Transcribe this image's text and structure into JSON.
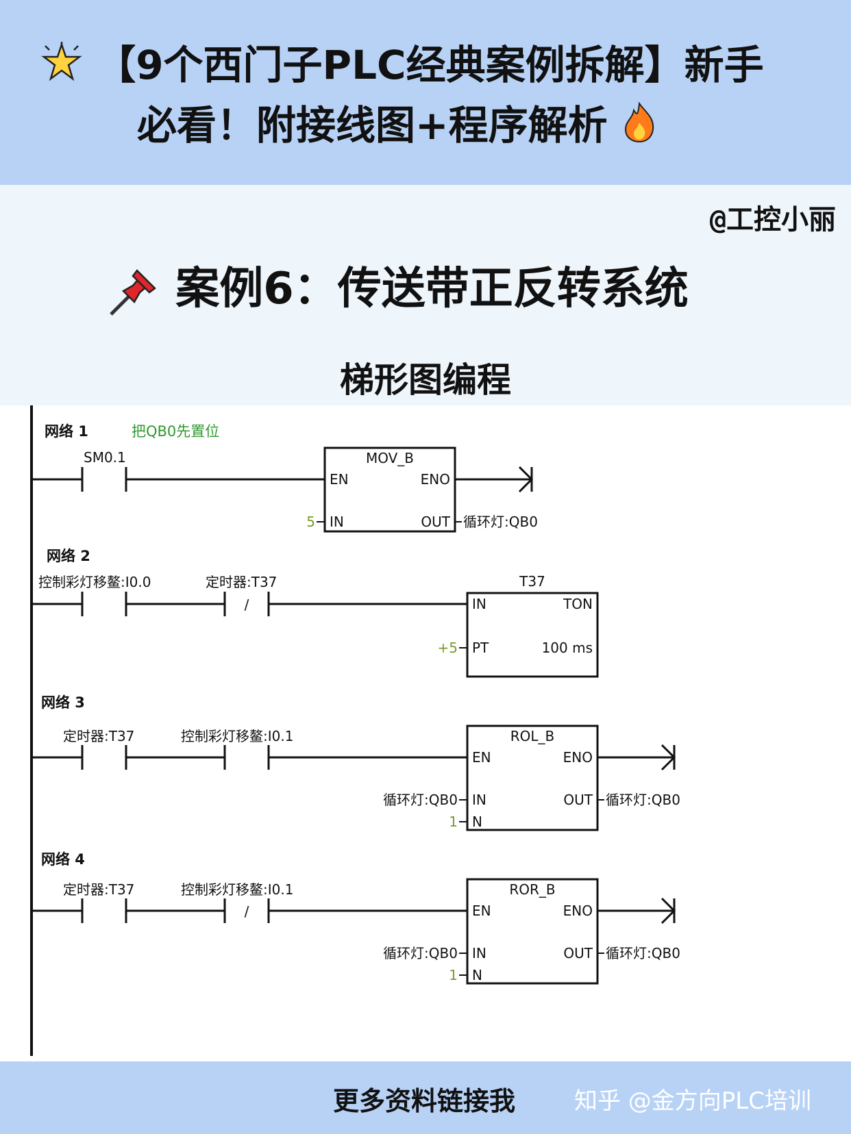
{
  "header": {
    "title_line1": "【9个西门子PLC经典案例拆解】新手",
    "title_line2": "必看！附接线图+程序解析",
    "star_icon": "sparkle-star",
    "fire_icon": "fire"
  },
  "author": "@工控小丽",
  "case": {
    "pin_icon": "pushpin",
    "title": "案例6：传送带正反转系统",
    "subtitle": "梯形图编程"
  },
  "ladder": {
    "networks": [
      {
        "label": "网络 1",
        "comment": "把QB0先置位",
        "contacts": [
          {
            "name": "SM0.1",
            "type": "NO"
          }
        ],
        "block": {
          "type": "MOV_B",
          "pin_en": "EN",
          "pin_eno": "ENO",
          "pin_in": "IN",
          "pin_out": "OUT",
          "in_value": "5",
          "out_value": "循环灯:QB0"
        }
      },
      {
        "label": "网络 2",
        "contacts": [
          {
            "name": "控制彩灯移鳌:I0.0",
            "type": "NO"
          },
          {
            "name": "定时器:T37",
            "type": "NC",
            "symbol": "/"
          }
        ],
        "block": {
          "type": "TON",
          "name": "T37",
          "pin_in": "IN",
          "pin_pt": "PT",
          "pt_value": "+5",
          "time_base": "100 ms"
        }
      },
      {
        "label": "网络 3",
        "contacts": [
          {
            "name": "定时器:T37",
            "type": "NO"
          },
          {
            "name": "控制彩灯移鳌:I0.1",
            "type": "NO"
          }
        ],
        "block": {
          "type": "ROL_B",
          "pin_en": "EN",
          "pin_eno": "ENO",
          "pin_in": "IN",
          "pin_out": "OUT",
          "pin_n": "N",
          "in_value": "循环灯:QB0",
          "n_value": "1",
          "out_value": "循环灯:QB0"
        }
      },
      {
        "label": "网络 4",
        "contacts": [
          {
            "name": "定时器:T37",
            "type": "NO"
          },
          {
            "name": "控制彩灯移鳌:I0.1",
            "type": "NC",
            "symbol": "/"
          }
        ],
        "block": {
          "type": "ROR_B",
          "pin_en": "EN",
          "pin_eno": "ENO",
          "pin_in": "IN",
          "pin_out": "OUT",
          "pin_n": "N",
          "in_value": "循环灯:QB0",
          "n_value": "1",
          "out_value": "循环灯:QB0"
        }
      }
    ]
  },
  "footer": {
    "cta": "更多资料链接我",
    "watermark": "知乎 @金方向PLC培训"
  },
  "colors": {
    "banner": "#b8d2f6",
    "background": "#eef5fb",
    "comment_green": "#2e9a2e",
    "constant_green": "#7a9a2a"
  }
}
